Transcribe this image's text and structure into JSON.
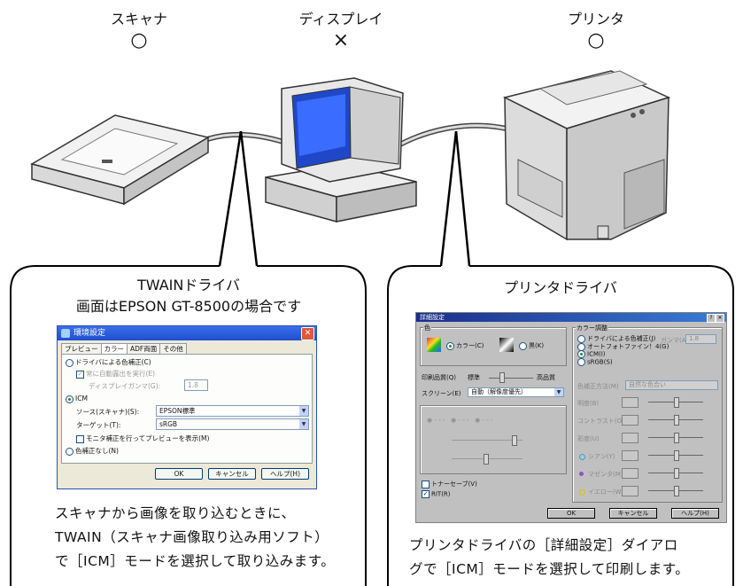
{
  "devices": {
    "scanner": {
      "label": "スキャナ",
      "mark": "○"
    },
    "display": {
      "label": "ディスプレイ",
      "mark": "×"
    },
    "printer": {
      "label": "プリンタ",
      "mark": "○"
    }
  },
  "left_callout": {
    "title1": "TWAINドライバ",
    "title2": "画面はEPSON GT-8500の場合です",
    "text": [
      "スキャナから画像を取り込むときに、",
      "TWAIN（スキャナ画像取り込み用ソフト）",
      "で［ICM］モードを選択して取り込みます。"
    ]
  },
  "right_callout": {
    "title": "プリンタドライバ",
    "text": [
      "プリンタドライバの［詳細設定］ダイアロ",
      "グで［ICM］モードを選択して印刷します。"
    ]
  },
  "twain": {
    "title": "環境設定",
    "tabs": [
      "プレビュー",
      "カラー",
      "ADF両面",
      "その他"
    ],
    "opt_driver": "ドライバによる色補正(C)",
    "opt_auto": "常に自動露出を実行(E)",
    "gamma_label": "ディスプレイガンマ(G):",
    "gamma_value": "1.8",
    "opt_icm": "ICM",
    "source_label": "ソース(スキャナ)(S):",
    "source_value": "EPSON標準",
    "target_label": "ターゲット(T):",
    "target_value": "sRGB",
    "preview_check": "モニタ補正を行ってプレビューを表示(M)",
    "opt_none": "色補正なし(N)",
    "ok": "OK",
    "cancel": "キャンセル",
    "help": "ヘルプ(H)"
  },
  "printer_dialog": {
    "title": "詳細設定",
    "color_group": "色",
    "color": "カラー(C)",
    "mono": "黒(K)",
    "quality_label": "印刷品質(Q)",
    "quality_std": "標準",
    "quality_high": "高品質",
    "screen_label": "スクリーン(E)",
    "screen_value": "自動（解像度優先）",
    "toner_save": "トナーセーブ(V)",
    "rit": "RIT(R)",
    "adj_group": "カラー調整",
    "adj_driver": "ドライバによる色補正(J)",
    "adj_photo": "オートフォトファイン！4(G)",
    "adj_icm": "ICM(I)",
    "adj_srgb": "sRGB(S)",
    "gamma_label": "ガンマ(A)",
    "gamma_value": "1.8",
    "mode_label": "色補正方法(M)",
    "mode_value": "自然な色合い",
    "sliders": [
      "明度(B)",
      "コントラスト(O)",
      "彩度(U)",
      "シアン(Y)",
      "マゼンタ(M)",
      "イエロー(W)"
    ],
    "ok": "OK",
    "cancel": "キャンセル",
    "help": "ヘルプ(H)"
  }
}
